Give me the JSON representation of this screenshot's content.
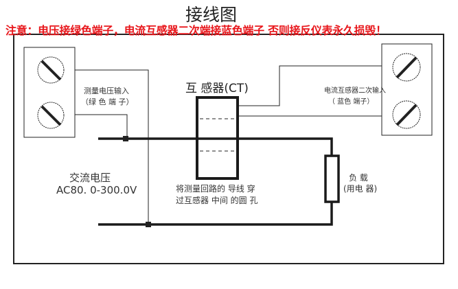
{
  "title": "接线图",
  "warning": "注意：电压接绿色端子，电流互感器二次端接蓝色端子 否则接反仪表永久损毁！",
  "voltage_terminal": {
    "label": "测量电压输入",
    "sub": "（绿 色 端 子）"
  },
  "current_terminal": {
    "label": "电流互感器二次输入",
    "sub": "（ 蓝色 端子）"
  },
  "ct": {
    "label": "互 感器(CT)",
    "note_line1": "将测量回路的 导线 穿",
    "note_line2": "过互感器 中间 的圆 孔"
  },
  "ac_voltage": {
    "label": "交流电压",
    "range": "AC80. 0-300.0V"
  },
  "load": {
    "label": "负 载",
    "sub": "(用电 器)"
  },
  "colors": {
    "warning": "#e8161b",
    "line": "#1a1a1a"
  }
}
